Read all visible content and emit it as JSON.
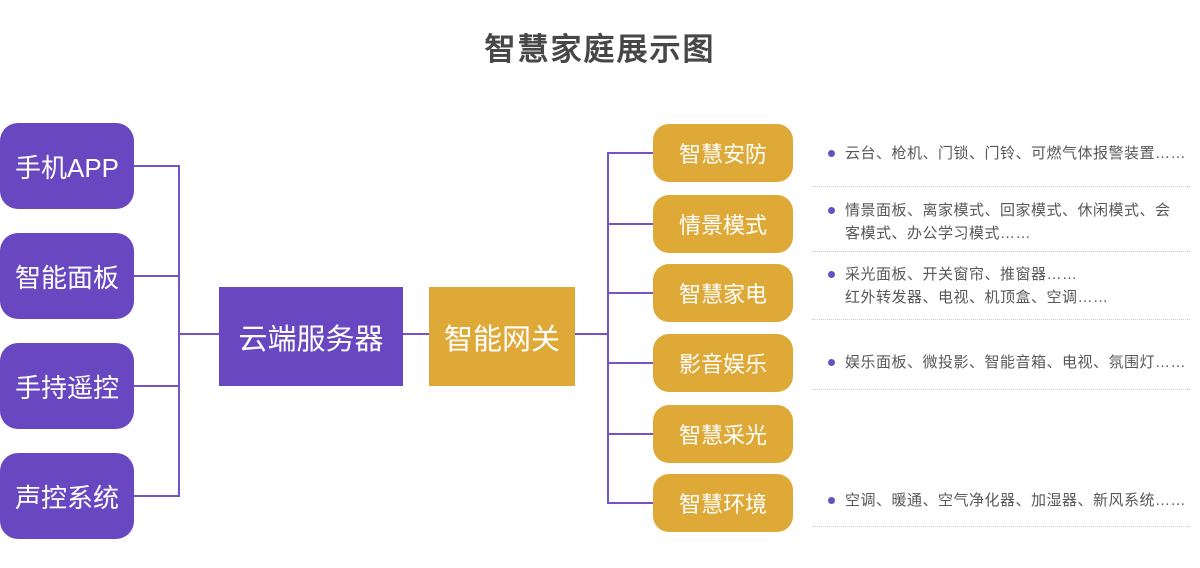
{
  "title": "智慧家庭展示图",
  "colors": {
    "purple": "#6947C1",
    "gold": "#DFA938",
    "line": "#7553C6",
    "title_text": "#474747",
    "desc_text": "#595757",
    "bullet": "#6A4FC0",
    "separator": "#cccccc",
    "node_text": "#ffffff"
  },
  "left_nodes": [
    {
      "label": "手机APP"
    },
    {
      "label": "智能面板"
    },
    {
      "label": "手持遥控"
    },
    {
      "label": "声控系统"
    }
  ],
  "center_nodes": {
    "cloud_server": "云端服务器",
    "gateway": "智能网关"
  },
  "right_nodes": [
    {
      "label": "智慧安防",
      "desc": "云台、枪机、门锁、门铃、可燃气体报警装置……"
    },
    {
      "label": "情景模式",
      "desc": "情景面板、离家模式、回家模式、休闲模式、会\n客模式、办公学习模式……"
    },
    {
      "label": "智慧家电",
      "desc": "采光面板、开关窗帘、推窗器……\n红外转发器、电视、机顶盒、空调……"
    },
    {
      "label": "影音娱乐",
      "desc": "娱乐面板、微投影、智能音箱、电视、氛围灯……"
    },
    {
      "label": "智慧采光",
      "desc": ""
    },
    {
      "label": "智慧环境",
      "desc": "空调、暖通、空气净化器、加湿器、新风系统……"
    }
  ]
}
